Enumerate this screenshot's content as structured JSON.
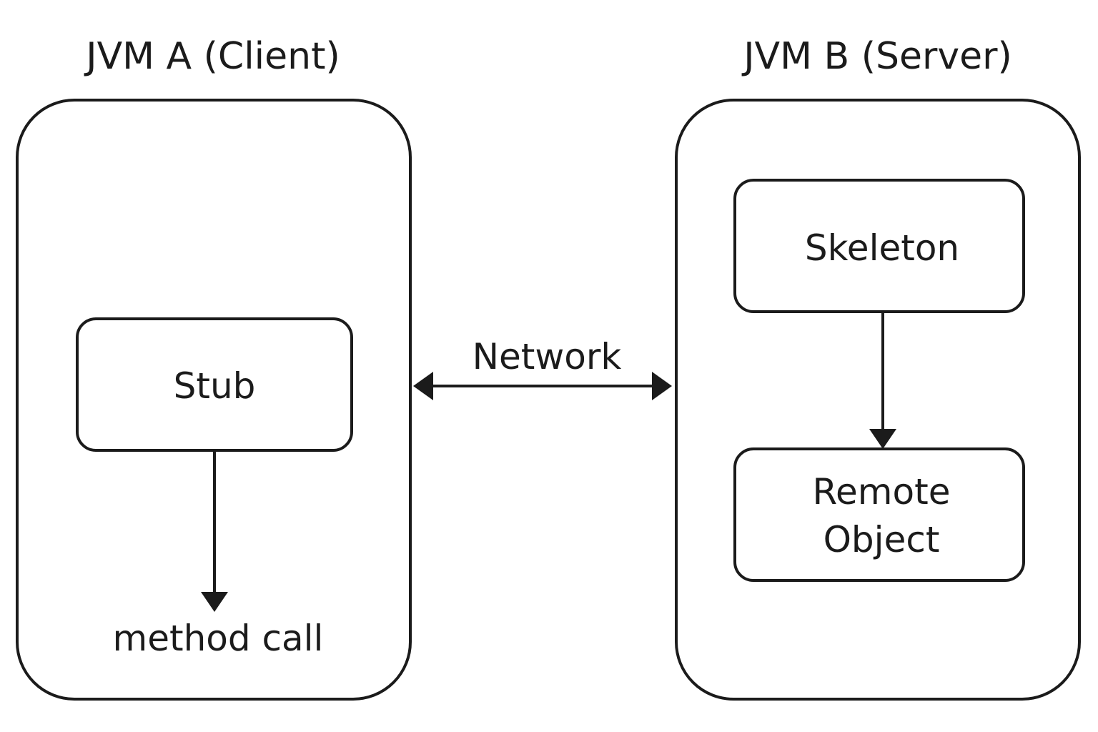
{
  "diagram": {
    "client": {
      "title": "JVM A (Client)",
      "stub": "Stub",
      "method_call": "method call"
    },
    "network": {
      "label": "Network"
    },
    "server": {
      "title": "JVM B (Server)",
      "skeleton": "Skeleton",
      "remote_object_line1": "Remote",
      "remote_object_line2": "Object"
    }
  }
}
